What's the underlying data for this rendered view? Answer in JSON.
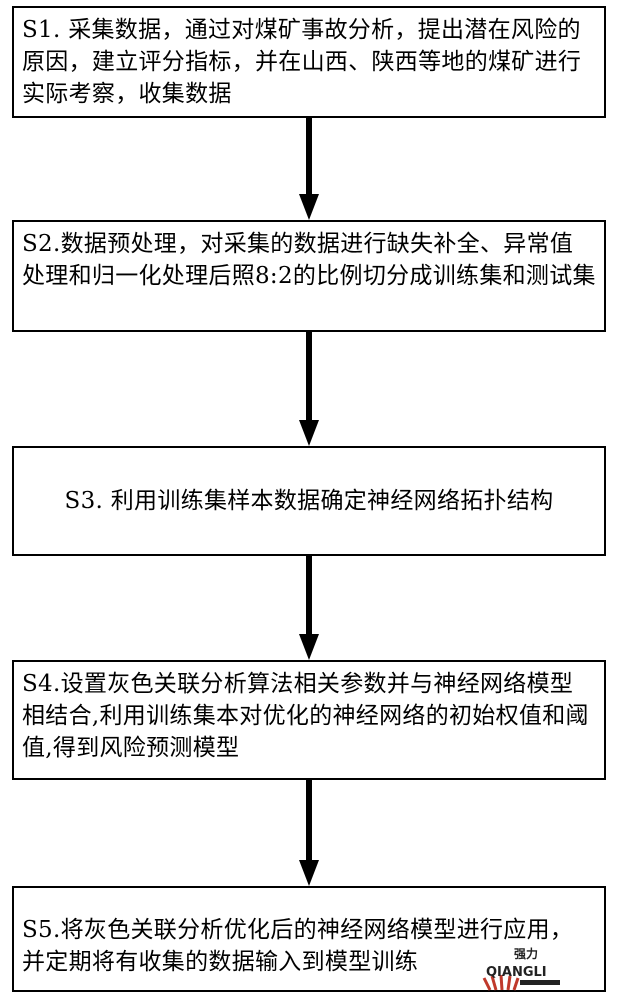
{
  "steps": [
    {
      "id": "S1",
      "text": "S1. 采集数据，通过对煤矿事故分析，提出潜在风险的原因，建立评分指标，并在山西、陕西等地的煤矿进行实际考察，收集数据"
    },
    {
      "id": "S2",
      "text": "S2.数据预处理，对采集的数据进行缺失补全、异常值处理和归一化处理后照8:2的比例切分成训练集和测试集"
    },
    {
      "id": "S3",
      "text": "S3. 利用训练集样本数据确定神经网络拓扑结构"
    },
    {
      "id": "S4",
      "text": "S4.设置灰色关联分析算法相关参数并与神经网络模型相结合,利用训练集本对优化的神经网络的初始权值和阈值,得到风险预测模型"
    },
    {
      "id": "S5",
      "text": "S5.将灰色关联分析优化后的神经网络模型进行应用，并定期将有收集的数据输入到模型训练"
    }
  ],
  "watermark": {
    "line1": "强力",
    "line2": "QIANGLI"
  },
  "colors": {
    "box_border": "#000000",
    "arrow": "#000000",
    "watermark_accent": "#c0392b"
  }
}
